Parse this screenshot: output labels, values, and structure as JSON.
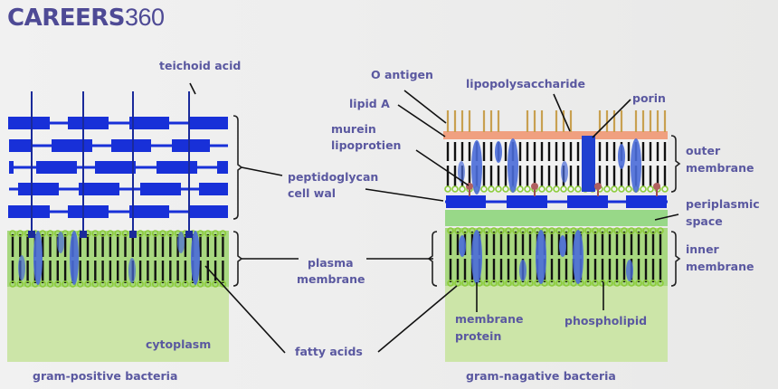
{
  "logo": {
    "bold": "CAREERS",
    "light": "360"
  },
  "colors": {
    "label": "#5a58a0",
    "peptidoglycan": "#1830d8",
    "protein": "#4a6bd8",
    "membrane_green": "#a8d880",
    "head_green": "#8ccc3a",
    "cytoplasm": "#cce5a8",
    "lipid_a": "#f0a080",
    "o_antigen": "#c8a050"
  },
  "gram_positive": {
    "title": "gram-positive bacteria",
    "labels": {
      "teichoid_acid": "teichoid acid",
      "peptidoglycan_1": "peptidoglycan",
      "peptidoglycan_2": "cell wal",
      "plasma_1": "plasma",
      "plasma_2": "membrane",
      "fatty_acids": "fatty acids",
      "cytoplasm": "cytoplasm"
    }
  },
  "gram_negative": {
    "title": "gram-nagative bacteria",
    "labels": {
      "o_antigen": "O antigen",
      "lipid_a": "lipid A",
      "lipopolysaccharide": "lipopolysaccharide",
      "porin": "porin",
      "murein_1": "murein",
      "murein_2": "lipoprotien",
      "outer_1": "outer",
      "outer_2": "membrane",
      "periplasmic_1": "periplasmic",
      "periplasmic_2": "space",
      "inner_1": "inner",
      "inner_2": "membrane",
      "membrane_protein_1": "membrane",
      "membrane_protein_2": "protein",
      "phospholipid": "phospholipid"
    }
  }
}
